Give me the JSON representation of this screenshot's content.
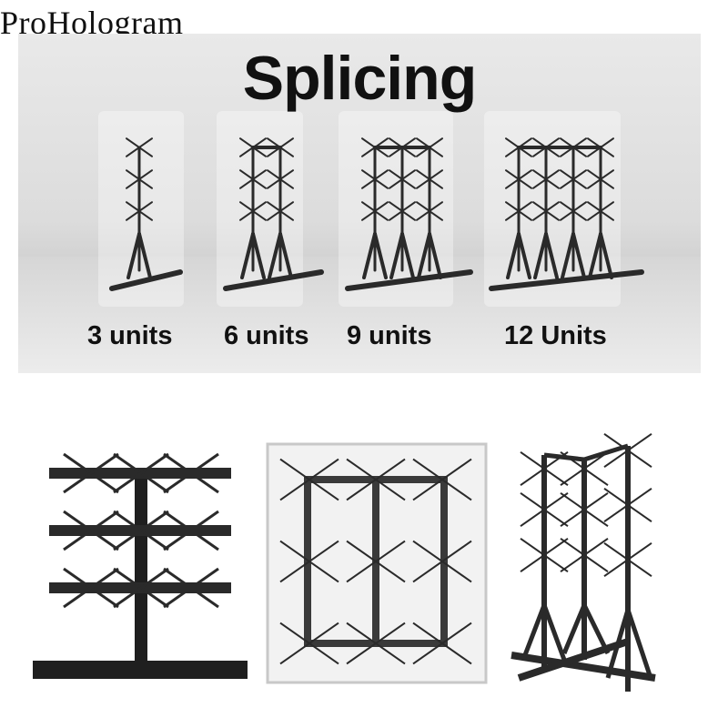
{
  "brand": "ProHologram",
  "banner": {
    "title": "Splicing",
    "captions": [
      "3 units",
      "6 units",
      "9 units",
      "12 Units"
    ]
  },
  "colors": {
    "frame": "#2a2a2a",
    "panel": "#e0e0e0",
    "text": "#111111"
  },
  "icons": [
    "fan-stand",
    "fan-array-wall",
    "fan-array-panel",
    "fan-rack-3d"
  ]
}
